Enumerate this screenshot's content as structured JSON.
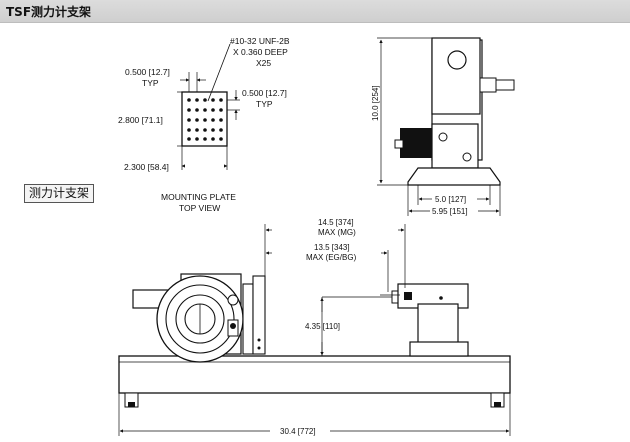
{
  "header": {
    "title": "TSF测力计支架"
  },
  "side_label": "测力计支架",
  "plate": {
    "thread_line1": "#10-32 UNF-2B",
    "thread_line2": "X 0.360 DEEP",
    "thread_line3": "X25",
    "dim_top_left": "0.500 [12.7]",
    "dim_top_left_typ": "TYP",
    "dim_right": "0.500 [12.7]",
    "dim_right_typ": "TYP",
    "dim_height": "2.800 [71.1]",
    "dim_width": "2.300 [58.4]",
    "caption1": "MOUNTING PLATE",
    "caption2": "TOP VIEW"
  },
  "side_view": {
    "height_dim": "10.0 [254]",
    "base_dim": "5.0 [127]",
    "overall_dim": "5.95 [151]"
  },
  "front_view": {
    "dim_mg1": "14.5 [374]",
    "dim_mg2": "MAX (MG)",
    "dim_eg1": "13.5 [343]",
    "dim_eg2": "MAX (EG/BG)",
    "dim_height": "4.35 [110]",
    "dim_length": "30.4 [772]"
  }
}
